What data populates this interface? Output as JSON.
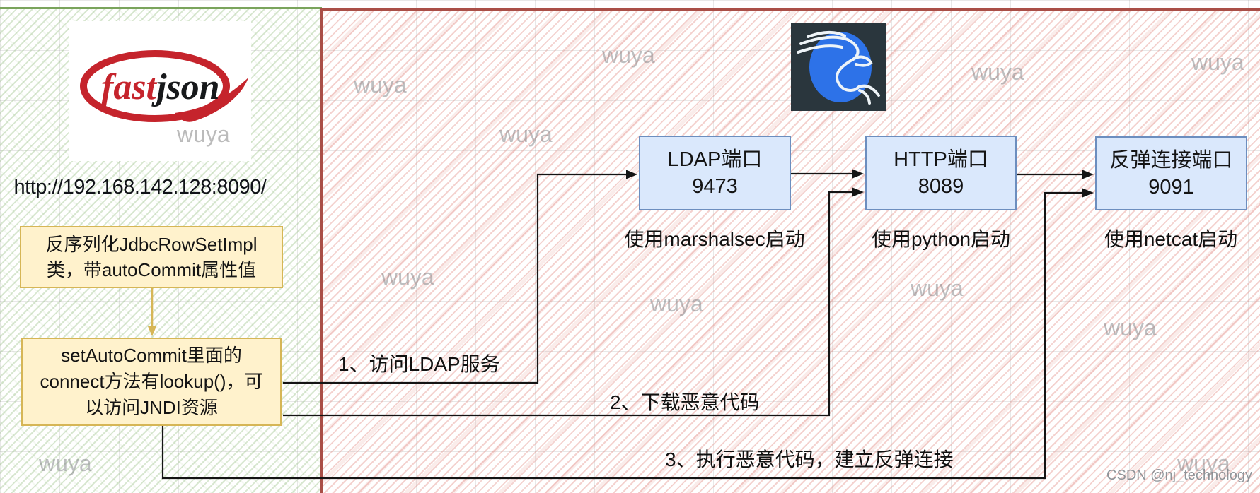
{
  "diagram": {
    "victim": {
      "logo": {
        "brand": "fastjson",
        "word_fast": "fast",
        "word_json": "json"
      },
      "url": "http://192.168.142.128:8090/",
      "note1_lines": [
        "反序列化JdbcRowSetImpl",
        "类，带autoCommit属性值"
      ],
      "note2_lines": [
        "setAutoCommit里面的",
        "connect方法有lookup()，可",
        "以访问JNDI资源"
      ]
    },
    "attacker": {
      "os_icon": "kali-linux-dragon",
      "nodes": [
        {
          "title": "LDAP端口",
          "port": "9473",
          "caption": "使用marshalsec启动"
        },
        {
          "title": "HTTP端口",
          "port": "8089",
          "caption": "使用python启动"
        },
        {
          "title": "反弹连接端口",
          "port": "9091",
          "caption": "使用netcat启动"
        }
      ],
      "steps": [
        "1、访问LDAP服务",
        "2、下载恶意代码",
        "3、执行恶意代码，建立反弹连接"
      ]
    },
    "watermark": "wuya",
    "credit": "CSDN @nj_technology",
    "colors": {
      "node_fill": "#dae8fc",
      "node_border": "#6c8ebf",
      "note_fill": "#fff2cc",
      "note_border": "#d6b656",
      "victim_zone_border": "#7aa45c",
      "attacker_zone_border": "#aa4f47",
      "victim_hatch_green": "#8db877",
      "attacker_hatch_red": "#e4948d",
      "fastjson_red": "#c5242c",
      "kali_blue": "#2d72e8",
      "connector_black": "#141414"
    }
  }
}
